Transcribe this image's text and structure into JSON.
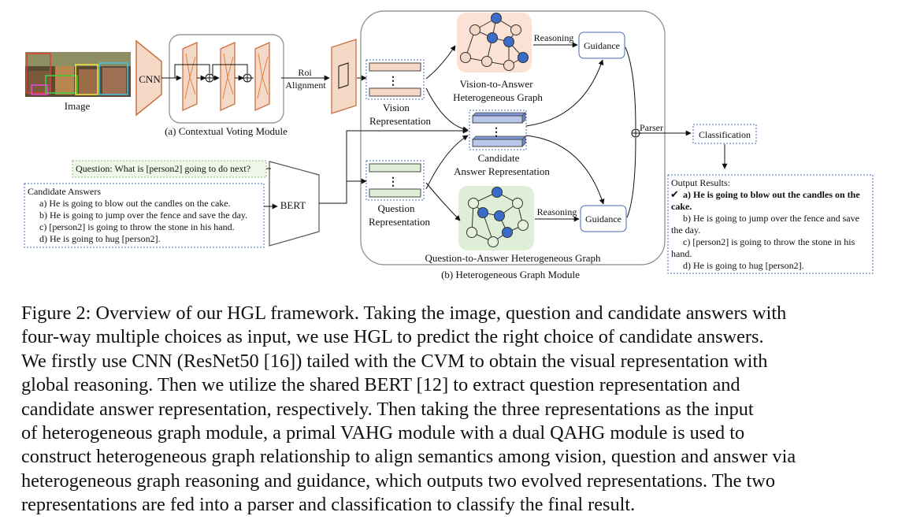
{
  "figure": {
    "image_label": "Image",
    "cnn_label": "CNN",
    "cvm_label": "(a) Contextual Voting Module",
    "roi_label_1": "Roi",
    "roi_label_2": "Alignment",
    "vision_rep_1": "Vision",
    "vision_rep_2": "Representation",
    "candidate_rep_1": "Candidate",
    "candidate_rep_2": "Answer Representation",
    "question_rep_1": "Question",
    "question_rep_2": "Representation",
    "vahg_label_1": "Vision-to-Answer",
    "vahg_label_2": "Heterogeneous Graph",
    "qahg_label": "Question-to-Answer Heterogeneous Graph",
    "reasoning_label": "Reasoning",
    "guidance_label": "Guidance",
    "parser_label": "Parser",
    "classification_label": "Classification",
    "hgm_label": "(b) Heterogeneous Graph Module",
    "bert_label": "BERT",
    "question_text": "Question: What is [person2] going to do next?",
    "candidate_answers": {
      "title": "Candidate Answers",
      "items": [
        "a) He is going to blow out the candles on the cake.",
        "b) He is going to jump over the fence and save the day.",
        "c) [person2] is going to throw the stone in his hand.",
        "d) He is going to hug [person2]."
      ]
    },
    "output_results": {
      "title": "Output Results:",
      "check": "✔",
      "a_line1": "a) He is going to blow out the candles on the",
      "a_line2": "cake.",
      "b_line1": "b) He is going to jump over the fence and save",
      "b_line2": "the day.",
      "c_line1": "c) [person2] is going to throw the stone in his",
      "c_line2": "hand.",
      "d_line1": "d) He is going to hug [person2]."
    },
    "colors": {
      "orange_fill": "#f6d8c6",
      "orange_stroke": "#c9703e",
      "blue_node": "#3a6cc8",
      "green_fill": "#dfeed7",
      "green_node": "#e6f2dc",
      "candidate_bar": "#b9c8ea",
      "dotted_blue": "#4a6bb3"
    }
  },
  "caption": {
    "lines": [
      "Figure 2: Overview of our HGL framework. Taking the image, question and candidate answers with",
      "four-way multiple choices as input, we use HGL to predict the right choice of candidate answers.",
      "We firstly use CNN (ResNet50 [16]) tailed with the CVM to obtain the visual representation with",
      "global reasoning. Then we utilize the shared BERT [12] to extract question representation and",
      "candidate answer representation, respectively. Then taking the three representations as the input",
      "of heterogeneous graph module, a primal VAHG module with a dual QAHG module is used to",
      "construct heterogeneous graph relationship to align semantics among vision, question and answer via",
      "heterogeneous graph reasoning and guidance, which outputs two evolved representations. The two",
      "representations are fed into a parser and classification to classify the final result."
    ]
  }
}
